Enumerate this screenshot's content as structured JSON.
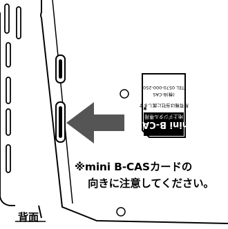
{
  "card": {
    "logo_text": "mini B-CAS",
    "subtitle": "地上デジタル専用",
    "star": "★",
    "owner_notice": "所有権は当社に属します",
    "company": "(株)B-CAS",
    "tel": "TEL 0570-000-250"
  },
  "note": {
    "line1": "※mini B-CASカードの",
    "line2": "向きに注意してください。"
  },
  "back_label": "背面",
  "colors": {
    "ink": "#000000",
    "paper": "#ffffff",
    "arrow": "#555555",
    "card_logo_bg": "#000000"
  },
  "icons": [
    "left-arrow-icon",
    "slot-icon",
    "screw-hole-icon"
  ]
}
